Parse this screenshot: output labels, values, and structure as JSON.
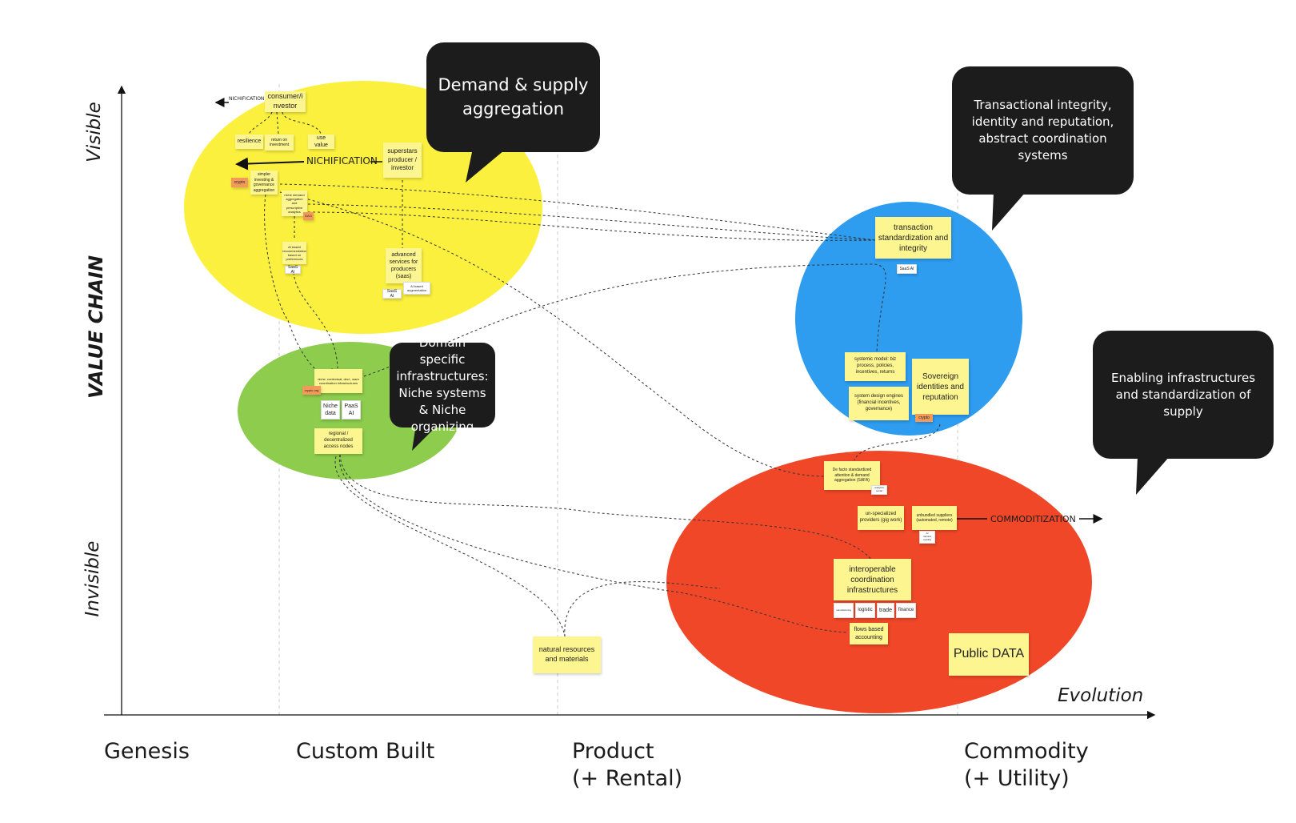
{
  "axes": {
    "y_title": "VALUE CHAIN",
    "y_top": "Visible",
    "y_bottom": "Invisible",
    "x_title": "Evolution",
    "stages": [
      "Genesis",
      "Custom Built",
      "Product\n(+ Rental)",
      "Commodity\n(+ Utility)"
    ]
  },
  "colors": {
    "yellow_region": "#fbf03e",
    "green_region": "#8dcc4d",
    "blue_region": "#2e9cef",
    "red_region": "#ef4728",
    "sticky": "#fdf58f",
    "callout": "#1c1c1c"
  },
  "callouts": {
    "demand": "Demand & supply aggregation",
    "transactional": "Transactional integrity, identity and reputation, abstract coordination systems",
    "domain": "Domain specific infrastructures: Niche systems & Niche organizing",
    "enabling": "Enabling infrastructures and standardization of supply"
  },
  "labels": {
    "nichification_main": "NICHIFICATION",
    "nichification_small": "NICHIFICATION",
    "commoditization": "COMMODITIZATION"
  },
  "notes": {
    "consumer_investor": "consumer/i nvestor",
    "resilience": "resilience",
    "return_on_investment": "return on investment",
    "use_value": "use value",
    "superstars": "superstars producer / investor",
    "simpler_investing": "simpler investing & governance aggregation",
    "crypto_tag": "crypto",
    "niche_demand": "niche demand aggregation and prescriptive analytics",
    "dao_tag": "DAO",
    "ai_based_recommendation": "AI based recommendation based on preferences",
    "saas_ai_1": "SaaS AI",
    "advanced_services": "advanced services for producers (saas)",
    "saas_ai_2": "SaaS AI",
    "ai_based_augmentation": "AI based augmentation",
    "transaction_standardization": "transaction standardization and integrity",
    "saas_ai_3": "SaaS AI",
    "systemic_models": "systemic model: biz process, policies, incentives, returns",
    "sovereign_identities": "Sovereign identities and reputation",
    "system_design_engines": "system design engines (financial incentives, governance)",
    "crypto_tag_2": "crypto",
    "niche_contextual": "niche, contextual, decl., ware coordination infrastructures",
    "crypto_tag_3": "crypto org",
    "niche_data": "Niche data",
    "paas_ai": "PaaS AI",
    "regional_access": "regional / decentralized access nodes",
    "de_facto": "De facto standardized attention & demand aggregation (SAFA)",
    "analytics_tag": "analytics social",
    "un_specialized": "un-specialized providers (gig work)",
    "unbundled_suppliers": "unbundled suppliers (automated, remote)",
    "ai_robotics_tag": "AI robotics mobility",
    "interoperable": "interoperable coordination infrastructures",
    "manufacturing": "manufacturing",
    "logistic": "logistic",
    "trade": "trade",
    "finance": "finance",
    "flows_accounting": "flows based accounting",
    "natural_resources": "natural resources and materials",
    "public_data": "Public DATA"
  }
}
